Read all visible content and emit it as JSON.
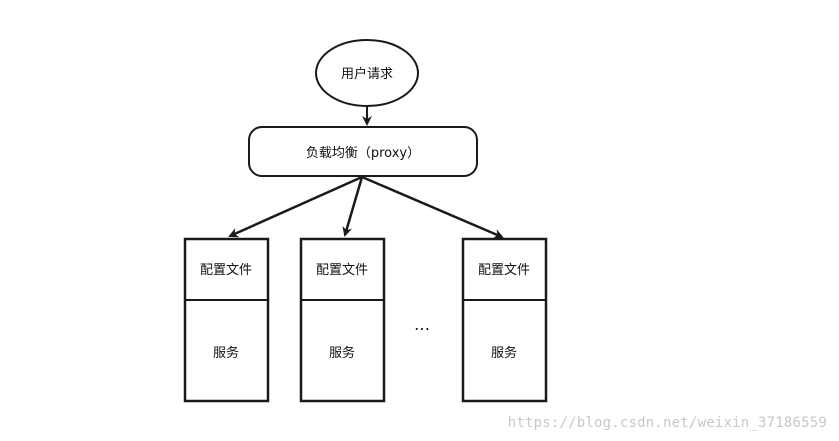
{
  "diagram": {
    "user_request": "用户请求",
    "load_balancer": "负载均衡（proxy）",
    "servers": [
      {
        "config": "配置文件",
        "service": "服务"
      },
      {
        "config": "配置文件",
        "service": "服务"
      },
      {
        "config": "配置文件",
        "service": "服务"
      }
    ],
    "ellipsis": "…",
    "colors": {
      "stroke": "#1a1a1a",
      "background": "#ffffff"
    }
  },
  "watermark": {
    "text": "https://blog.csdn.net/weixin_37186559"
  }
}
